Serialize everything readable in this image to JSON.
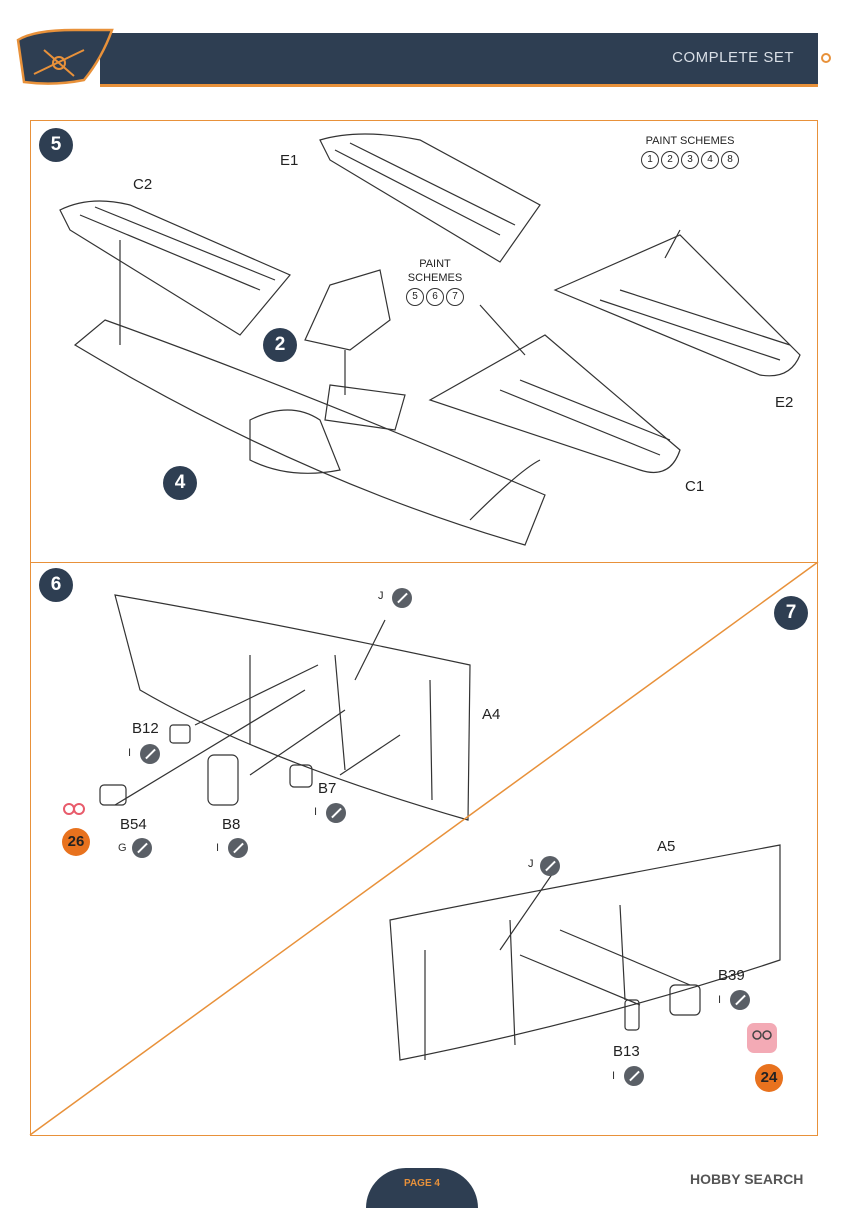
{
  "header": {
    "title": "COMPLETE SET",
    "accent_color": "#e8913a",
    "bar_color": "#2e3e52"
  },
  "steps": [
    "5",
    "2",
    "4",
    "6",
    "7"
  ],
  "step5": {
    "labels": [
      "E1",
      "C2",
      "E2",
      "C1"
    ],
    "paint_schemes_top": {
      "title": "PAINT SCHEMES",
      "numbers": [
        "1",
        "2",
        "3",
        "4",
        "8"
      ]
    },
    "paint_schemes_mid": {
      "title_line1": "PAINT",
      "title_line2": "SCHEMES",
      "numbers": [
        "5",
        "6",
        "7"
      ]
    }
  },
  "step6": {
    "labels": [
      "J",
      "A4",
      "B12",
      "B7",
      "B54",
      "B8"
    ],
    "glue_letters": [
      "I",
      "I",
      "G",
      "I"
    ],
    "paint_chip": "26"
  },
  "step7": {
    "labels": [
      "J",
      "A5",
      "B39",
      "B13"
    ],
    "glue_letters": [
      "I",
      "I"
    ],
    "paint_chip": "24"
  },
  "footer": {
    "page": "PAGE 4",
    "watermark": "HOBBY SEARCH"
  }
}
